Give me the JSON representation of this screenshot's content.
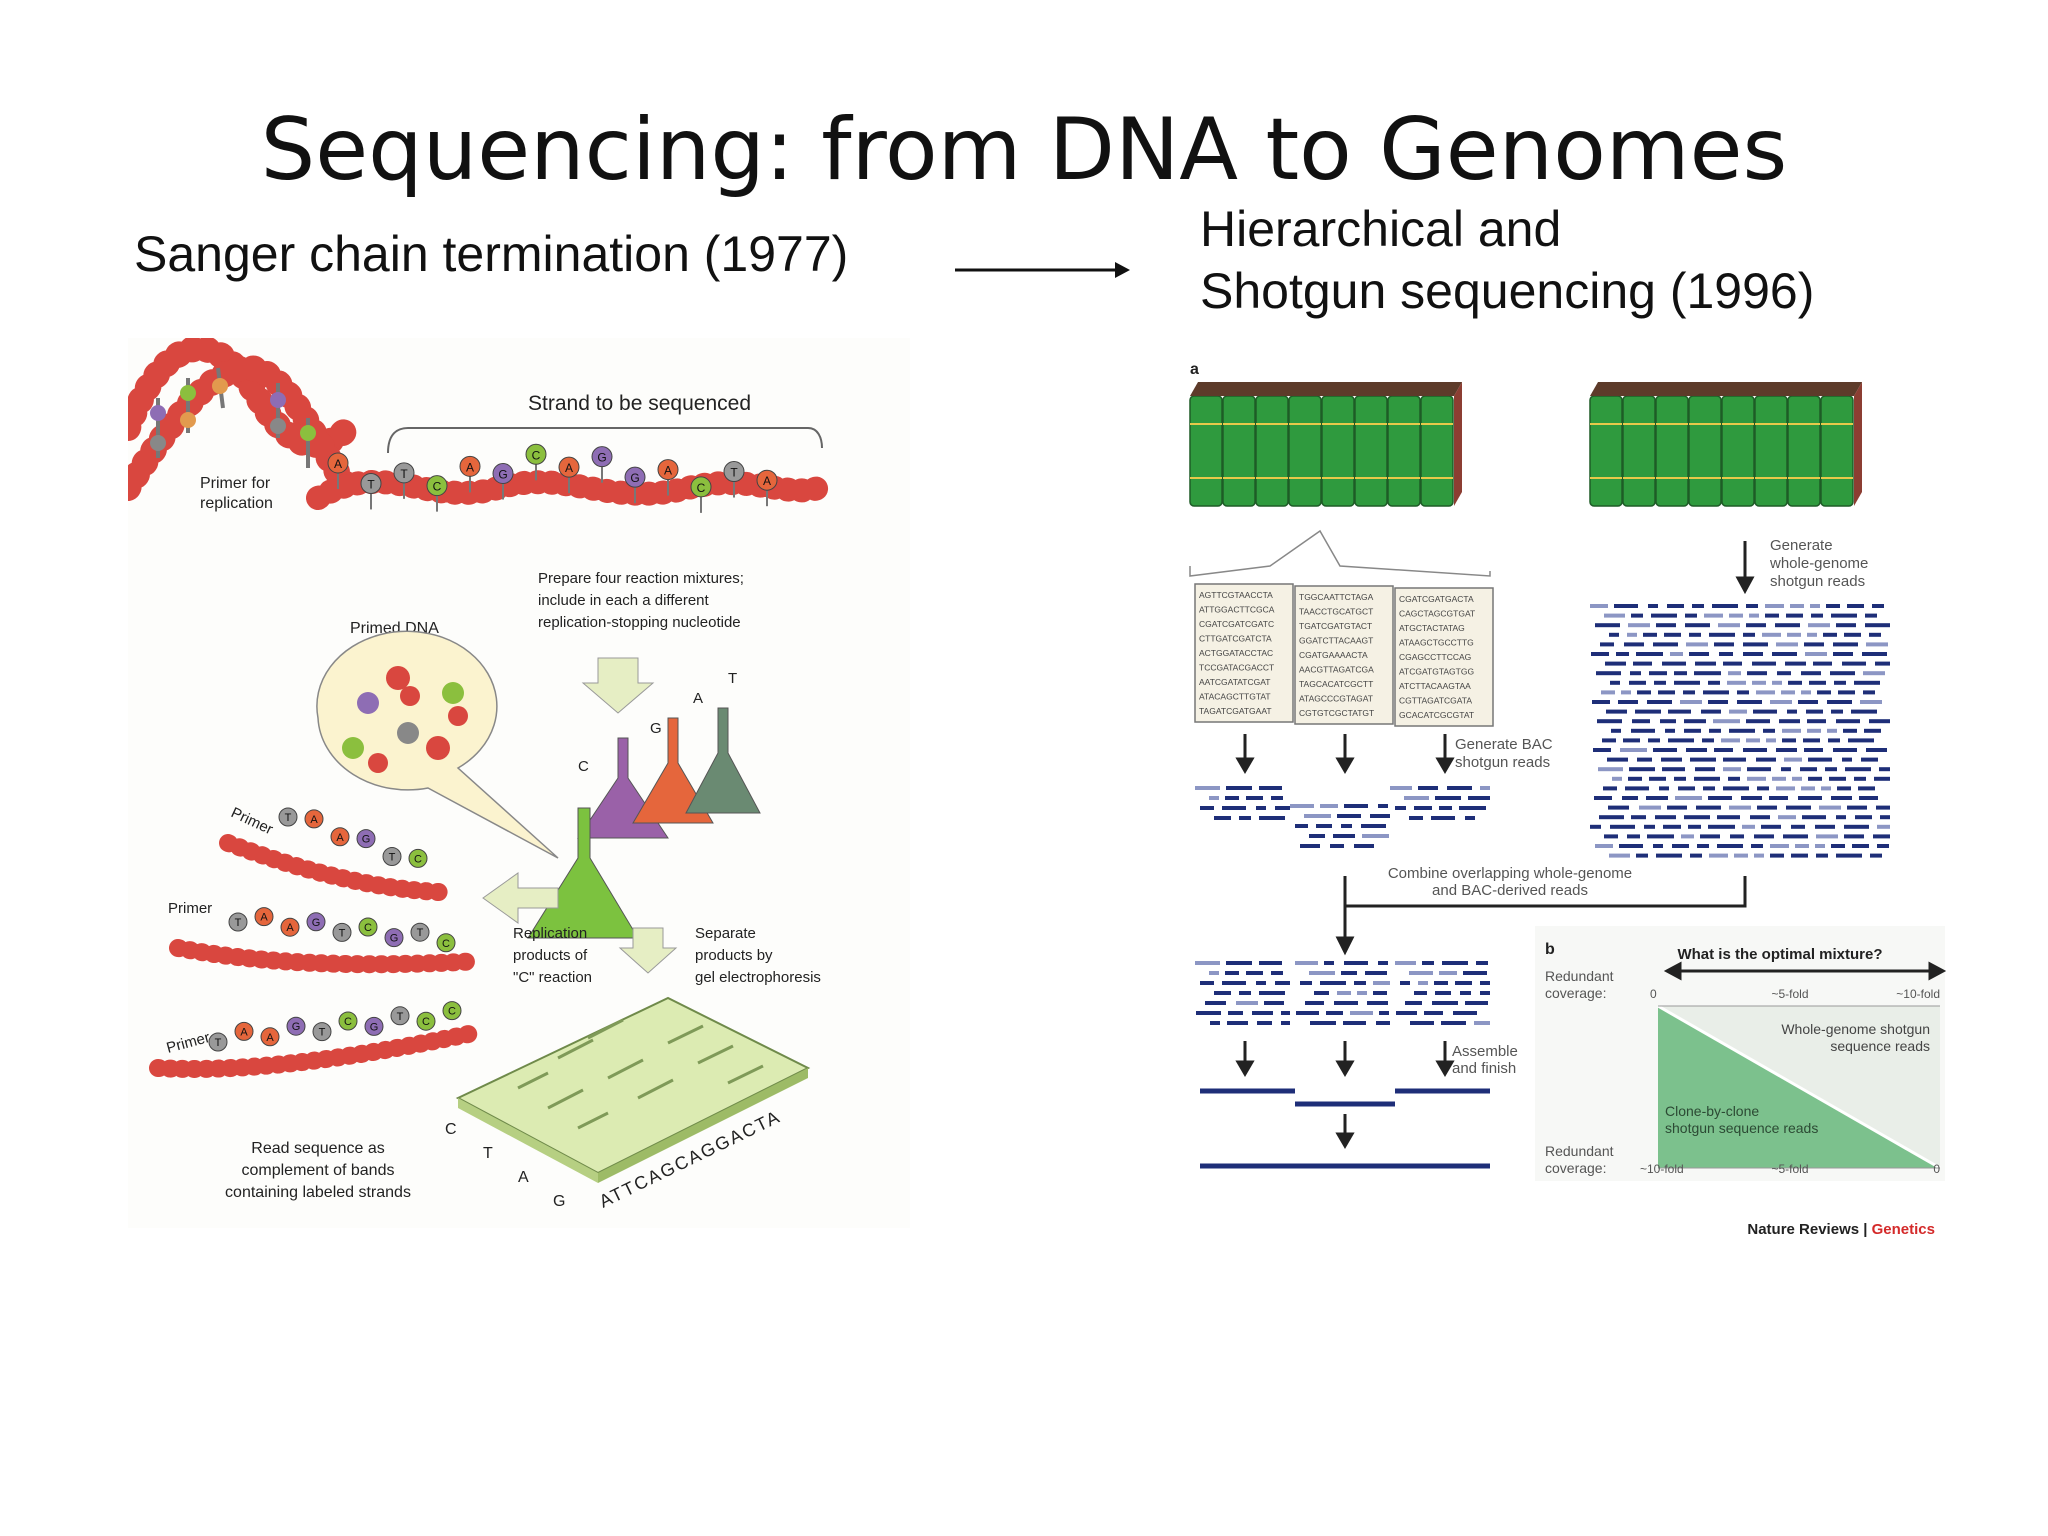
{
  "title": "Sequencing: from DNA to Genomes",
  "left_heading": "Sanger chain termination (1977)",
  "right_heading": {
    "line1": "Hierarchical and",
    "line2": "Shotgun sequencing (1996)"
  },
  "sanger": {
    "strand_label": "Strand to be sequenced",
    "primer_replication": [
      "Primer for",
      "replication"
    ],
    "strand_bases": [
      "A",
      "T",
      "T",
      "C",
      "A",
      "G",
      "C",
      "A",
      "G",
      "G",
      "A",
      "C",
      "T",
      "A"
    ],
    "prepare_text": [
      "Prepare four reaction mixtures;",
      "include in each a different",
      "replication-stopping nucleotide"
    ],
    "primed_dna": "Primed DNA",
    "primed_plus": "+",
    "flask_labels": [
      "C",
      "G",
      "A",
      "T"
    ],
    "primer_label": "Primer",
    "fragments": [
      [
        "T",
        "A",
        "A",
        "G",
        "T",
        "C"
      ],
      [
        "T",
        "A",
        "A",
        "G",
        "T",
        "C",
        "G",
        "T",
        "C"
      ],
      [
        "T",
        "A",
        "A",
        "G",
        "T",
        "C",
        "G",
        "T",
        "C",
        "C"
      ]
    ],
    "replication_products": [
      "Replication",
      "products of",
      "\"C\" reaction"
    ],
    "separate_products": [
      "Separate",
      "products by",
      "gel electrophoresis"
    ],
    "read_sequence": [
      "Read sequence as",
      "complement of bands",
      "containing labeled strands"
    ],
    "gel_letters": [
      "C",
      "T",
      "A",
      "G"
    ],
    "gel_sequence": "ATTCAGCAGGACTA"
  },
  "shotgun": {
    "panel_a": "a",
    "panel_b": "b",
    "generate_wg": [
      "Generate",
      "whole-genome",
      "shotgun reads"
    ],
    "generate_bac": [
      "Generate BAC",
      "shotgun reads"
    ],
    "combine": [
      "Combine overlapping whole-genome",
      "and BAC-derived reads"
    ],
    "assemble": [
      "Assemble",
      "and finish"
    ],
    "bac_sequences": [
      [
        "AGTTCGTAACCTA",
        "ATTGGACTTCGCA",
        "CGATCGATCGATC",
        "CTTGATCGATCTA",
        "ACTGGATACCTAC",
        "TCCGATACGACCT",
        "AATCGATATCGAT",
        "ATACAGCTTGTAT",
        "TAGATCGATGAAT"
      ],
      [
        "TGGCAATTCTAGA",
        "TAACCTGCATGCT",
        "TGATCGATGTACT",
        "GGATCTTACAAGT",
        "CGATGAAAACTA",
        "AACGTTAGATCGA",
        "TAGCACATCGCTT",
        "ATAGCCCGTAGAT",
        "CGTGTCGCTATGT"
      ],
      [
        "CGATCGATGACTA",
        "CAGCTAGCGTGAT",
        "ATGCTACTATAG",
        "ATAAGCTGCCTTG",
        "CGAGCCTTCCAG",
        "ATCGATGTAGTGG",
        "ATCTTACAAGTAA",
        "CGTTAGATCGATA",
        "GCACATCGCGTAT"
      ]
    ],
    "question": "What is the optimal mixture?",
    "redundant_coverage": [
      "Redundant",
      "coverage:"
    ],
    "top_scale": [
      "0",
      "~5-fold",
      "~10-fold"
    ],
    "bottom_scale": [
      "~10-fold",
      "~5-fold",
      "0"
    ],
    "wg_label": [
      "Whole-genome shotgun",
      "sequence reads"
    ],
    "clone_label": [
      "Clone-by-clone",
      "shotgun sequence reads"
    ],
    "credit_journal": "Nature Reviews",
    "credit_sep": " | ",
    "credit_subject": "Genetics"
  },
  "colors": {
    "book_green": "#2f9a3e",
    "read_blue": "#1e2e78",
    "bead_red": "#d9473f",
    "gel_green": "#dcebb2",
    "triangle_green": "#7cc18d",
    "genetics_red": "#d42a2a"
  }
}
